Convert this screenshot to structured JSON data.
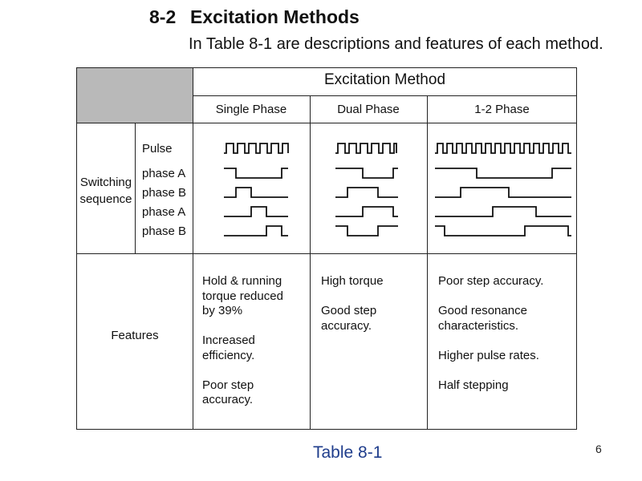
{
  "heading": {
    "number": "8-2",
    "title": "Excitation Methods",
    "subtitle": "In Table 8-1 are descriptions and features of each method."
  },
  "table": {
    "group_header": "Excitation Method",
    "columns": [
      "Single Phase",
      "Dual Phase",
      "1-2 Phase"
    ],
    "switching": {
      "label_line1": "Switching",
      "label_line2": "sequence",
      "signals": [
        "Pulse",
        "phase A",
        "phase B",
        "phase A",
        "phase B"
      ]
    },
    "features": {
      "label": "Features",
      "single_phase": [
        "Hold & running",
        "torque reduced",
        "by 39%",
        "",
        "Increased efficiency.",
        "",
        "Poor step accuracy."
      ],
      "dual_phase": [
        "High torque",
        "",
        "Good step accuracy."
      ],
      "one_two_phase": [
        "Poor step accuracy.",
        "",
        "Good resonance",
        "characteristics.",
        "",
        "Higher pulse rates.",
        "",
        "Half stepping"
      ]
    }
  },
  "caption": "Table 8-1",
  "page_number": "6",
  "colors": {
    "caption": "#1f3d8c",
    "header_shade": "#b9b9b9"
  }
}
